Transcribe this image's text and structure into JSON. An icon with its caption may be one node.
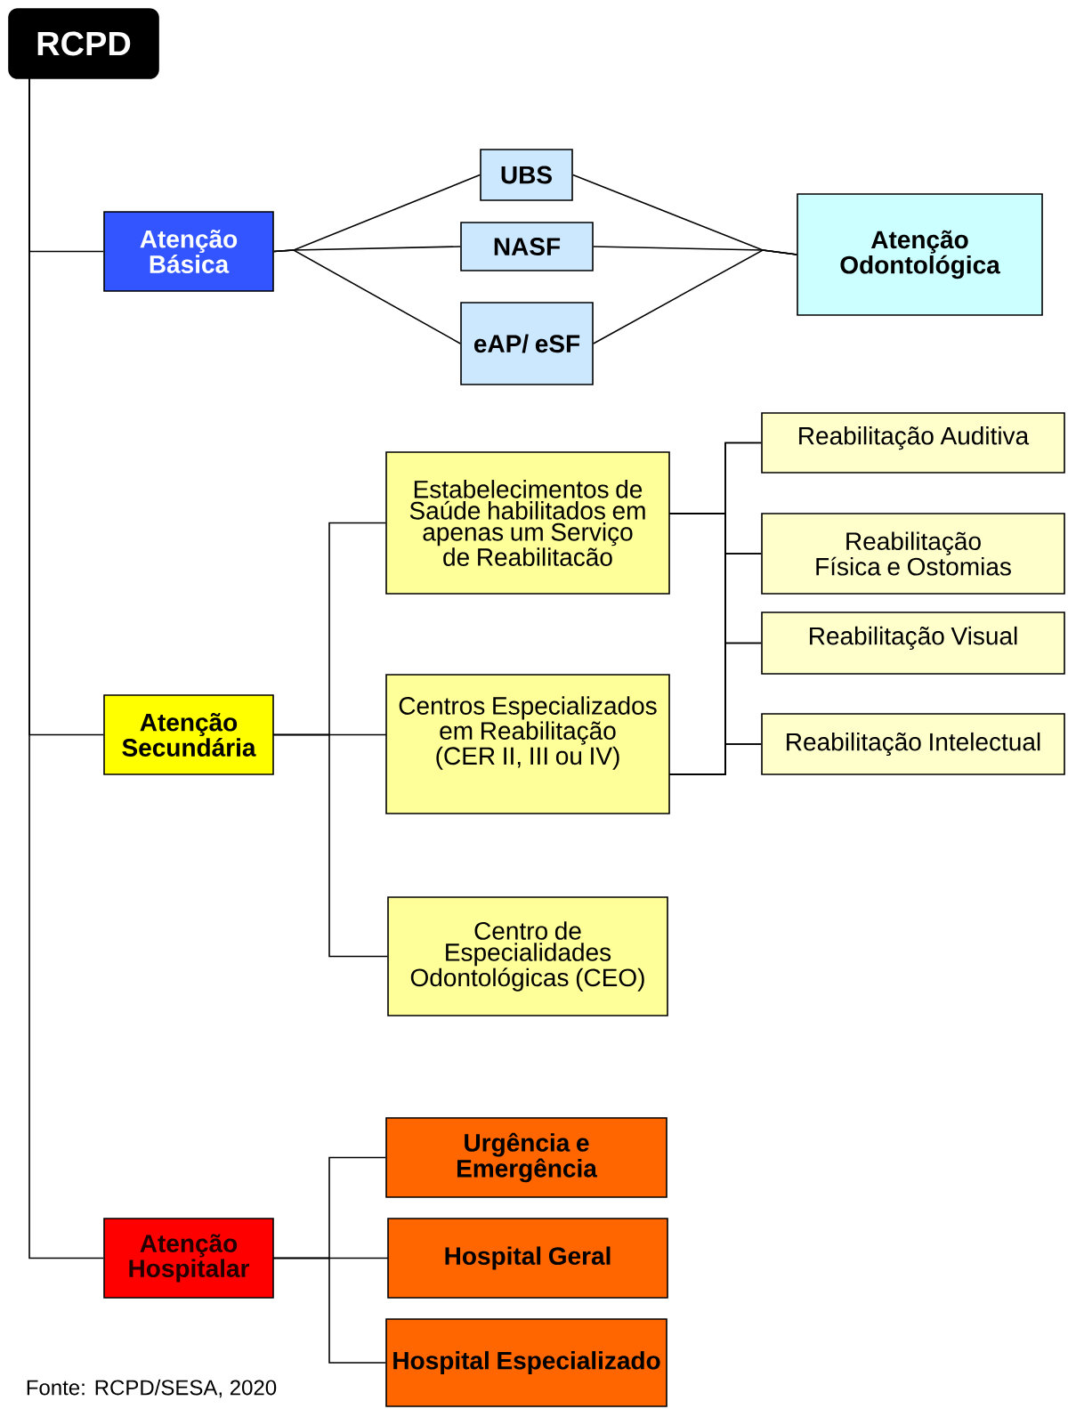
{
  "diagram": {
    "caption": "Fonte: RCPD/SESA, 2020",
    "nodes": [
      {
        "text": [
          "RCPD"
        ]
      },
      {
        "text": [
          "Atenção Básica"
        ]
      },
      {
        "text": [
          "UBS"
        ]
      },
      {
        "text": [
          "NASF"
        ]
      },
      {
        "text": [
          "eAP/ eSF"
        ]
      },
      {
        "text": [
          "Atenção Odontológica"
        ]
      },
      {
        "text": [
          "Atenção Secundária"
        ]
      },
      {
        "text": [
          "Estabelecimentos de Saúde habilitados em apenas um Serviço de Reabilitacão"
        ]
      },
      {
        "text": [
          "Reabilitação Auditiva"
        ]
      },
      {
        "text": [
          "Reabilitação Física e Ostomias"
        ]
      },
      {
        "text": [
          "Reabilitação Visual"
        ]
      },
      {
        "text": [
          "Reabilitação Intelectual"
        ]
      },
      {
        "text": [
          "Centros Especializados em Reabilitação (CER II, III ou IV)"
        ]
      },
      {
        "text": [
          "Centro de Especialidades Odontológicas (CEO)"
        ]
      },
      {
        "text": [
          "Atenção Hospitalar"
        ]
      },
      {
        "text": [
          "Urgência e Emergência"
        ]
      },
      {
        "text": [
          "Hospital Geral"
        ]
      },
      {
        "text": [
          "Hospital Especializado"
        ]
      }
    ],
    "edges": [
      {
        "from": 0,
        "to": 1,
        "arrow": "none"
      },
      {
        "from": 0,
        "to": 6,
        "arrow": "none"
      },
      {
        "from": 0,
        "to": 14,
        "arrow": "none"
      },
      {
        "from": 1,
        "to": 2,
        "arrow": "none"
      },
      {
        "from": 1,
        "to": 3,
        "arrow": "none"
      },
      {
        "from": 1,
        "to": 4,
        "arrow": "none"
      },
      {
        "from": 2,
        "to": 5,
        "arrow": "none"
      },
      {
        "from": 3,
        "to": 5,
        "arrow": "none"
      },
      {
        "from": 4,
        "to": 5,
        "arrow": "none"
      },
      {
        "from": 6,
        "to": 7,
        "arrow": "none"
      },
      {
        "from": 6,
        "to": 12,
        "arrow": "none"
      },
      {
        "from": 6,
        "to": 13,
        "arrow": "none"
      },
      {
        "from": 7,
        "to": 8,
        "arrow": "none"
      },
      {
        "from": 7,
        "to": 9,
        "arrow": "none"
      },
      {
        "from": 7,
        "to": 10,
        "arrow": "none"
      },
      {
        "from": 7,
        "to": 11,
        "arrow": "none"
      },
      {
        "from": 12,
        "to": 8,
        "arrow": "none"
      },
      {
        "from": 12,
        "to": 9,
        "arrow": "none"
      },
      {
        "from": 12,
        "to": 10,
        "arrow": "none"
      },
      {
        "from": 12,
        "to": 11,
        "arrow": "none"
      },
      {
        "from": 14,
        "to": 15,
        "arrow": "none"
      },
      {
        "from": 14,
        "to": 16,
        "arrow": "none"
      },
      {
        "from": 14,
        "to": 17,
        "arrow": "none"
      }
    ]
  }
}
